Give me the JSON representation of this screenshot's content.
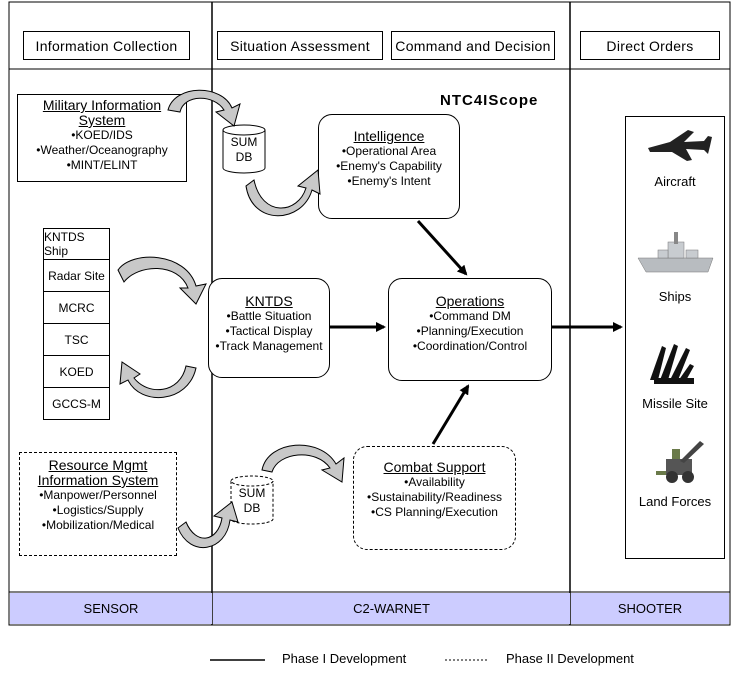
{
  "headers": {
    "info_collection": "Information Collection",
    "situation_assessment": "Situation Assessment",
    "command_decision": "Command and Decision",
    "direct_orders": "Direct Orders"
  },
  "scope_title": "NTC4IScope",
  "military_info": {
    "title_line1": "Military Information",
    "title_line2": "System",
    "items": [
      "•KOED/IDS",
      "•Weather/Oceanography",
      "•MINT/ELINT"
    ]
  },
  "sensor_stack": [
    "KNTDS Ship",
    "Radar Site",
    "MCRC",
    "TSC",
    "KOED",
    "GCCS-M"
  ],
  "resource_mgmt": {
    "title_line1": "Resource Mgmt",
    "title_line2": "Information System",
    "items": [
      "•Manpower/Personnel",
      "•Logistics/Supply",
      "•Mobilization/Medical"
    ]
  },
  "sum_db_top": {
    "line1": "SUM",
    "line2": "DB"
  },
  "sum_db_bottom": {
    "line1": "SUM",
    "line2": "DB"
  },
  "intelligence": {
    "title": "Intelligence",
    "items": [
      "•Operational Area",
      "•Enemy's Capability",
      "•Enemy's Intent"
    ]
  },
  "kntds": {
    "title": "KNTDS",
    "items": [
      "•Battle Situation",
      "•Tactical Display",
      "•Track Management"
    ]
  },
  "operations": {
    "title": "Operations",
    "items": [
      "•Command DM",
      "•Planning/Execution",
      "•Coordination/Control"
    ]
  },
  "combat_support": {
    "title": "Combat Support",
    "items": [
      "•Availability",
      "•Sustainability/Readiness",
      "•CS Planning/Execution"
    ]
  },
  "shooters": [
    "Aircraft",
    "Ships",
    "Missile Site",
    "Land Forces"
  ],
  "footer": {
    "sensor": "SENSOR",
    "c2": "C2-WARNET",
    "shooter": "SHOOTER"
  },
  "legend": {
    "phase1": "Phase I Development",
    "phase2": "Phase II Development"
  }
}
